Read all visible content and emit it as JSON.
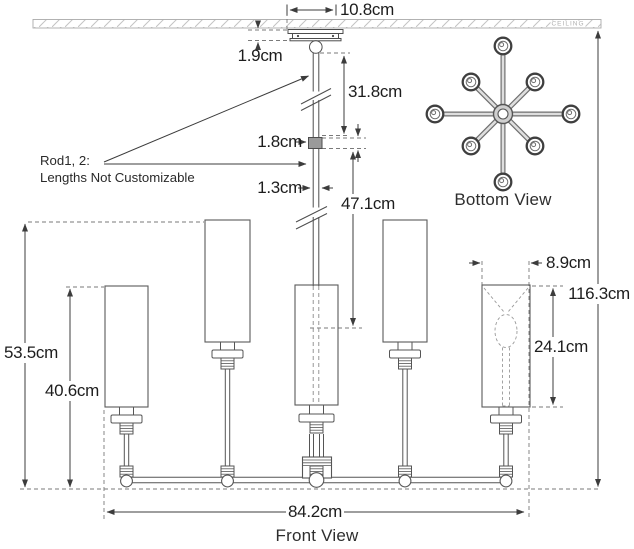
{
  "figure": {
    "title": "chandelier dimension diagram",
    "ceiling_label": "CEILING",
    "views": {
      "bottom_view": "Bottom View",
      "front_view": "Front View"
    },
    "note": {
      "line1": "Rod1, 2:",
      "line2": "Lengths Not Customizable"
    },
    "dims": {
      "canopy_width": "10.8cm",
      "canopy_height": "1.9cm",
      "rod1_length": "31.8cm",
      "connector_height": "1.8cm",
      "rod_diameter": "1.3cm",
      "rod2_length": "47.1cm",
      "shade_diameter": "8.9cm",
      "overall_height": "116.3cm",
      "shade_height": "24.1cm",
      "height_tall": "53.5cm",
      "height_short": "40.6cm",
      "overall_width": "84.2cm"
    },
    "colors": {
      "line": "#4d4d4d",
      "dimension": "#3c3c3c",
      "dashed": "#7a7a7a",
      "hatch": "#bdbdbd",
      "connector_fill": "#9a9a9a",
      "text": "#1d1d1d",
      "background": "#ffffff"
    },
    "counts": {
      "lights_in_bottom_view": 8,
      "shades_in_front_view": 5
    }
  }
}
